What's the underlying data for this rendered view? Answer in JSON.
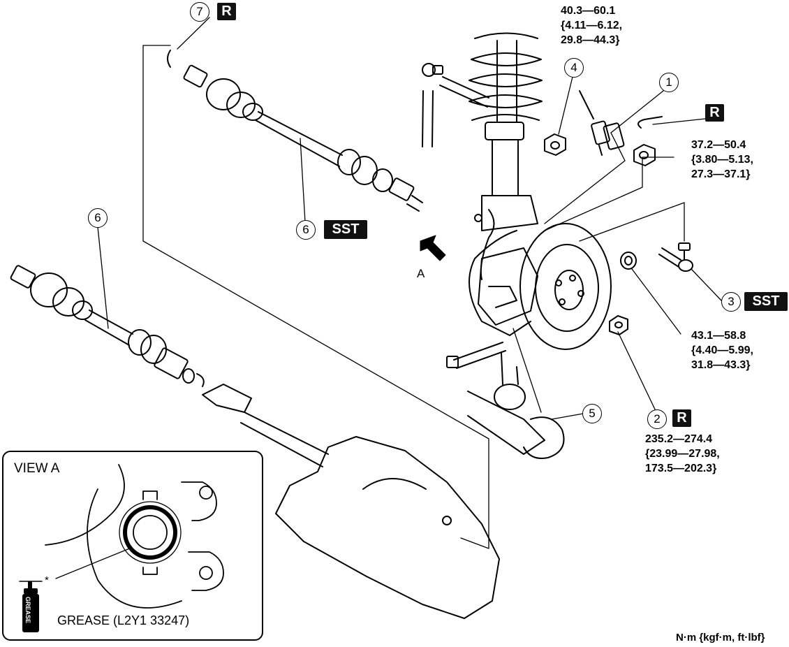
{
  "view_title": "VIEW A",
  "arrow_label": "A",
  "grease_label": "GREASE (L2Y1 33247)",
  "grease_can_text": "GREASE",
  "asterisk": "*",
  "unit_note": "N·m {kgf·m, ft·lbf}",
  "badges": {
    "reuse": "R",
    "sst": "SST"
  },
  "callouts": {
    "c1": "1",
    "c2": "2",
    "c3": "3",
    "c4": "4",
    "c5": "5",
    "c6_upper": "6",
    "c6_left": "6",
    "c7": "7"
  },
  "torques": {
    "t4": [
      "40.3—60.1",
      "{4.11—6.12,",
      "29.8—44.3}"
    ],
    "t_nut": [
      "37.2—50.4",
      "{3.80—5.13,",
      "27.3—37.1}"
    ],
    "t3": [
      "43.1—58.8",
      "{4.40—5.99,",
      "31.8—43.3}"
    ],
    "t2": [
      "235.2—274.4",
      "{23.99—27.98,",
      "173.5—202.3}"
    ]
  },
  "colors": {
    "line": "#000000",
    "badge_bg": "#111111",
    "badge_text": "#ffffff",
    "background": "#ffffff"
  }
}
